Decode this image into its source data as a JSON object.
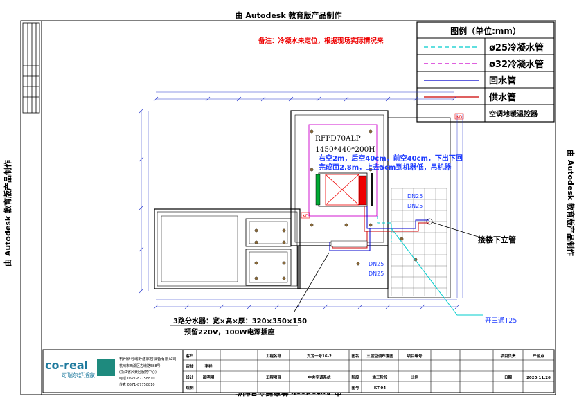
{
  "watermark": "由 Autodesk 教育版产品制作",
  "note": "备注：冷凝水未定位，根据现场实际情况来",
  "legend": {
    "title": "图例（单位:mm）",
    "items": [
      {
        "label": "ø25冷凝水管",
        "color": "#00cccc",
        "dash": "6,4"
      },
      {
        "label": "ø32冷凝水管",
        "color": "#cc00cc",
        "dash": "6,4"
      },
      {
        "label": "回水管",
        "color": "#0000cc",
        "dash": ""
      },
      {
        "label": "供水管",
        "color": "#cc0000",
        "dash": ""
      }
    ],
    "last_label": "空调地暖温控器"
  },
  "unit": {
    "model": "RFPD70ALP",
    "size": "1450*440*200H"
  },
  "install_note": [
    "右空2m，后空40cm，前空40cm，下出下回",
    "完成面2.8m，上去5cm到机器低，吊机器"
  ],
  "labels": {
    "kd": "KD",
    "dn25": "DN25",
    "riser": "接楼下立管",
    "tee": "开三通T25",
    "manifold": "3路分水器：宽×高×厚：320×350×150",
    "power": "预留220V，100W电源插座"
  },
  "title_block": {
    "brand": "co-real",
    "brand_sub": "可瑞尔舒适家",
    "company": "杭州新可瑞舒适家居设备有限公司",
    "address": "杭州市西湖区古墩路588号",
    "address2": "(浙江省风景区服务中心)",
    "phone": "电话 0571-87758810",
    "fax": "传真 0571-87758810",
    "cells": [
      [
        "客户",
        "",
        "工程名称",
        "九龙一号16-2",
        "图名",
        "三层空调布置图",
        "项目编号",
        "",
        "项目负责",
        "严丽点"
      ],
      [
        "审核",
        "李祥",
        "",
        "",
        "",
        "",
        "",
        "",
        "",
        ""
      ],
      [
        "设计",
        "邵明明",
        "工程项目",
        "中央空调系统",
        "阶段",
        "施工阶段",
        "比例",
        "",
        "日期",
        "2020.11.26"
      ],
      [
        "绘制",
        "",
        "",
        "",
        "图号",
        "KT-04",
        "",
        "",
        "",
        ""
      ]
    ]
  }
}
